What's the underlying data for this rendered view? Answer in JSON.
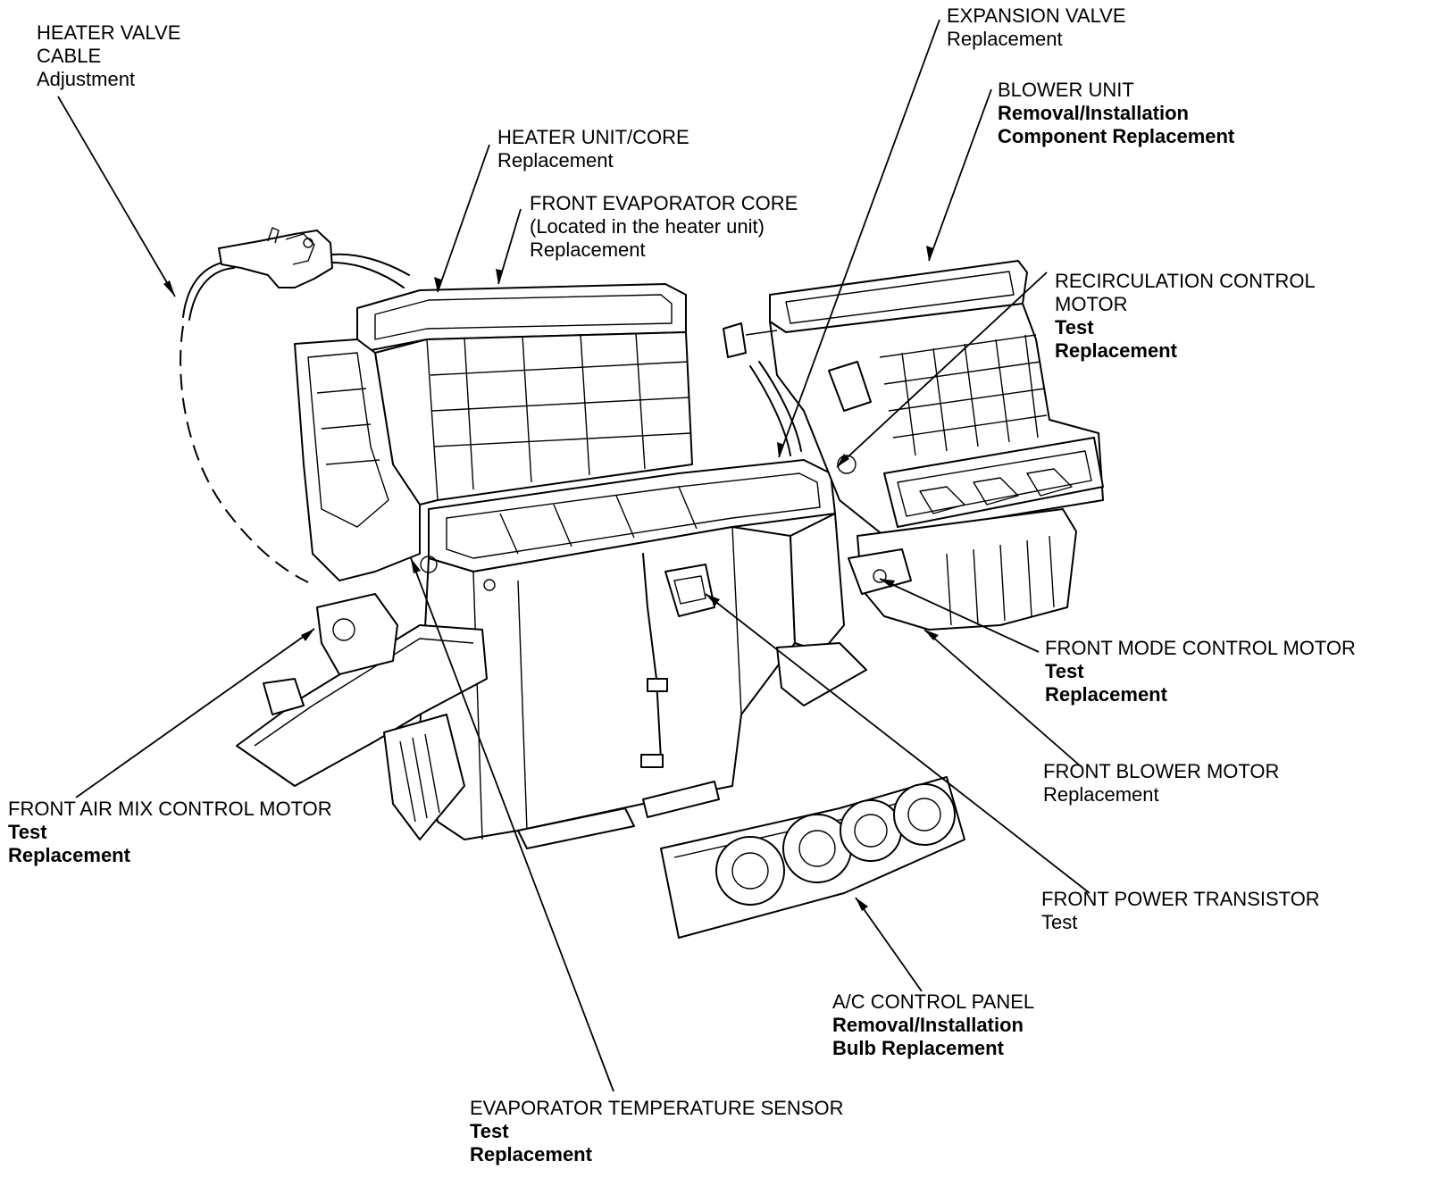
{
  "callouts": [
    {
      "id": "heater-valve-cable",
      "lines": [
        {
          "text": "HEATER VALVE",
          "bold": false
        },
        {
          "text": "CABLE",
          "bold": false
        },
        {
          "text": "Adjustment",
          "bold": false
        }
      ]
    },
    {
      "id": "heater-unit-core",
      "lines": [
        {
          "text": "HEATER UNIT/CORE",
          "bold": false
        },
        {
          "text": "Replacement",
          "bold": false
        }
      ]
    },
    {
      "id": "front-evaporator-core",
      "lines": [
        {
          "text": "FRONT EVAPORATOR CORE",
          "bold": false
        },
        {
          "text": "(Located in the heater unit)",
          "bold": false
        },
        {
          "text": "Replacement",
          "bold": false
        }
      ]
    },
    {
      "id": "expansion-valve",
      "lines": [
        {
          "text": "EXPANSION VALVE",
          "bold": false
        },
        {
          "text": "Replacement",
          "bold": false
        }
      ]
    },
    {
      "id": "blower-unit",
      "lines": [
        {
          "text": "BLOWER UNIT",
          "bold": false
        },
        {
          "text": "Removal/Installation",
          "bold": true
        },
        {
          "text": "Component Replacement",
          "bold": true
        }
      ]
    },
    {
      "id": "recirculation-control-motor",
      "lines": [
        {
          "text": "RECIRCULATION CONTROL",
          "bold": false
        },
        {
          "text": "MOTOR",
          "bold": false
        },
        {
          "text": "Test",
          "bold": true
        },
        {
          "text": "Replacement",
          "bold": true
        }
      ]
    },
    {
      "id": "front-mode-control-motor",
      "lines": [
        {
          "text": "FRONT MODE CONTROL MOTOR",
          "bold": false
        },
        {
          "text": "Test",
          "bold": true
        },
        {
          "text": "Replacement",
          "bold": true
        }
      ]
    },
    {
      "id": "front-blower-motor",
      "lines": [
        {
          "text": "FRONT BLOWER MOTOR",
          "bold": false
        },
        {
          "text": "Replacement",
          "bold": false
        }
      ]
    },
    {
      "id": "front-power-transistor",
      "lines": [
        {
          "text": "FRONT POWER TRANSISTOR",
          "bold": false
        },
        {
          "text": "Test",
          "bold": false
        }
      ]
    },
    {
      "id": "ac-control-panel",
      "lines": [
        {
          "text": "A/C CONTROL PANEL",
          "bold": false
        },
        {
          "text": "Removal/Installation",
          "bold": true
        },
        {
          "text": "Bulb Replacement",
          "bold": true
        }
      ]
    },
    {
      "id": "evaporator-temperature-sensor",
      "lines": [
        {
          "text": "EVAPORATOR TEMPERATURE SENSOR",
          "bold": false
        },
        {
          "text": "Test",
          "bold": true
        },
        {
          "text": "Replacement",
          "bold": true
        }
      ]
    },
    {
      "id": "front-air-mix-control-motor",
      "lines": [
        {
          "text": "FRONT AIR MIX CONTROL MOTOR",
          "bold": false
        },
        {
          "text": "Test",
          "bold": true
        },
        {
          "text": "Replacement",
          "bold": true
        }
      ]
    }
  ],
  "colors": {
    "ink": "#000000",
    "paper": "#ffffff"
  }
}
